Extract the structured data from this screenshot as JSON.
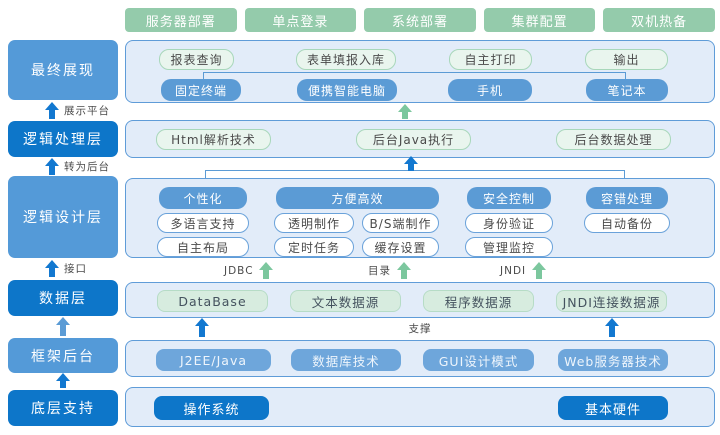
{
  "colors": {
    "accent_dark_blue": "#0d76c9",
    "accent_light_blue": "#549ad8",
    "chip_blue": "#5b9bd5",
    "deploy_green": "#94cbab",
    "arrow_green": "#7cc79e",
    "panel_fill": "#e2ecf9"
  },
  "deploy_bar": {
    "items": [
      "服务器部署",
      "单点登录",
      "系统部署",
      "集群配置",
      "双机热备"
    ]
  },
  "sidebar": {
    "levels": [
      {
        "label": "最终展现"
      },
      {
        "label": "逻辑处理层"
      },
      {
        "label": "逻辑设计层"
      },
      {
        "label": "数据层"
      },
      {
        "label": "框架后台"
      },
      {
        "label": "底层支持"
      }
    ],
    "arrow_labels": [
      {
        "label": "展示平台"
      },
      {
        "label": "转为后台"
      },
      {
        "label": "接口"
      }
    ]
  },
  "display_layer": {
    "tools": [
      "报表查询",
      "表单填报入库",
      "自主打印",
      "输出"
    ],
    "devices": [
      "固定终端",
      "便携智能电脑",
      "手机",
      "笔记本"
    ]
  },
  "process_layer": {
    "items": [
      "Html解析技术",
      "后台Java执行",
      "后台数据处理"
    ]
  },
  "design_layer": {
    "groups": [
      {
        "header": "个性化",
        "items": [
          "多语言支持",
          "自主布局"
        ]
      },
      {
        "header": "方便高效",
        "items": [
          "透明制作",
          "B/S端制作",
          "定时任务",
          "缓存设置"
        ]
      },
      {
        "header": "安全控制",
        "items": [
          "身份验证",
          "管理监控"
        ]
      },
      {
        "header": "容错处理",
        "items": [
          "自动备份"
        ]
      }
    ]
  },
  "data_bridge": {
    "items": [
      "JDBC",
      "目录",
      "JNDI"
    ]
  },
  "data_layer": {
    "items": [
      "DataBase",
      "文本数据源",
      "程序数据源",
      "JNDI连接数据源"
    ]
  },
  "support": {
    "label": "支撑"
  },
  "framework_layer": {
    "items": [
      "J2EE/Java",
      "数据库技术",
      "GUI设计模式",
      "Web服务器技术"
    ]
  },
  "base_layer": {
    "items": [
      "操作系统",
      "基本硬件"
    ]
  }
}
